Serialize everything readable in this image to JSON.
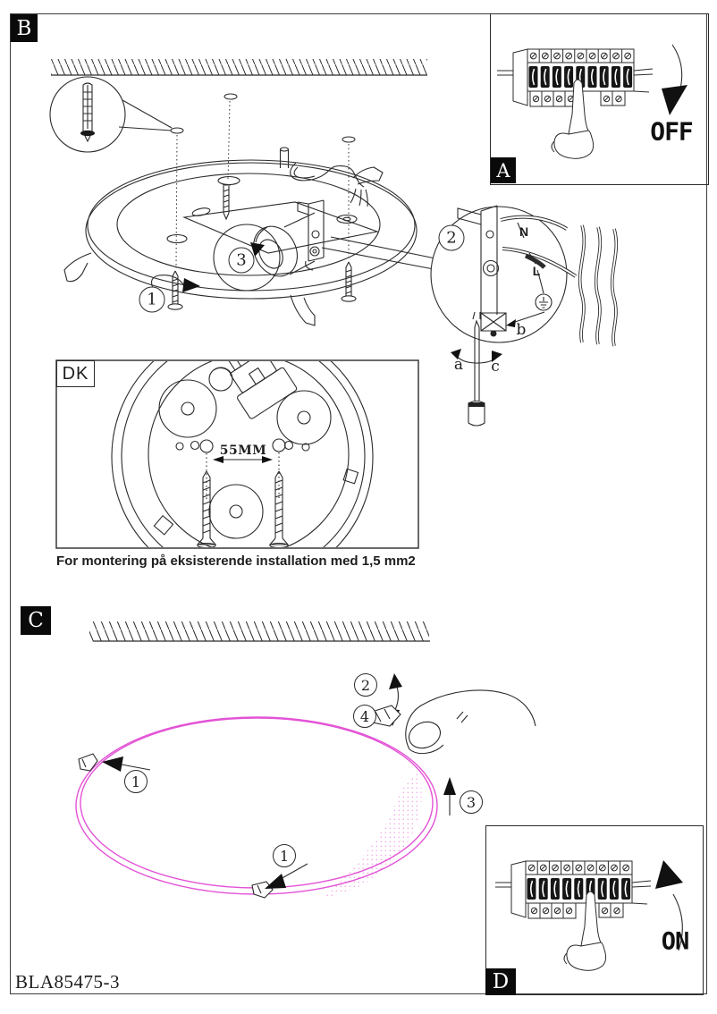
{
  "page": {
    "doc_code": "BLA85475-3",
    "background": "#ffffff",
    "line_color": "#2b2b2b",
    "shade_color": "#e353d6"
  },
  "sections": {
    "b": {
      "label": "B"
    },
    "a": {
      "label": "A",
      "action_label": "OFF"
    },
    "c": {
      "label": "C"
    },
    "d": {
      "label": "D",
      "action_label": "ON"
    }
  },
  "section_b": {
    "steps": [
      "1",
      "2",
      "3"
    ],
    "wire_labels": {
      "neutral": "N",
      "live": "L"
    },
    "screwdriver_labels": {
      "a": "a",
      "b": "b",
      "c": "c"
    }
  },
  "dk_box": {
    "label": "DK",
    "dimension": "55MM",
    "caption": "For montering på eksisterende installation med 1,5 mm2"
  },
  "section_c": {
    "steps": [
      "1",
      "2",
      "3",
      "4"
    ]
  },
  "icons": {
    "earth-ground": "⏚",
    "pointing-hand": "index-finger",
    "wall-plug": "expansion-dowel",
    "direction-arrowhead": "▲"
  }
}
